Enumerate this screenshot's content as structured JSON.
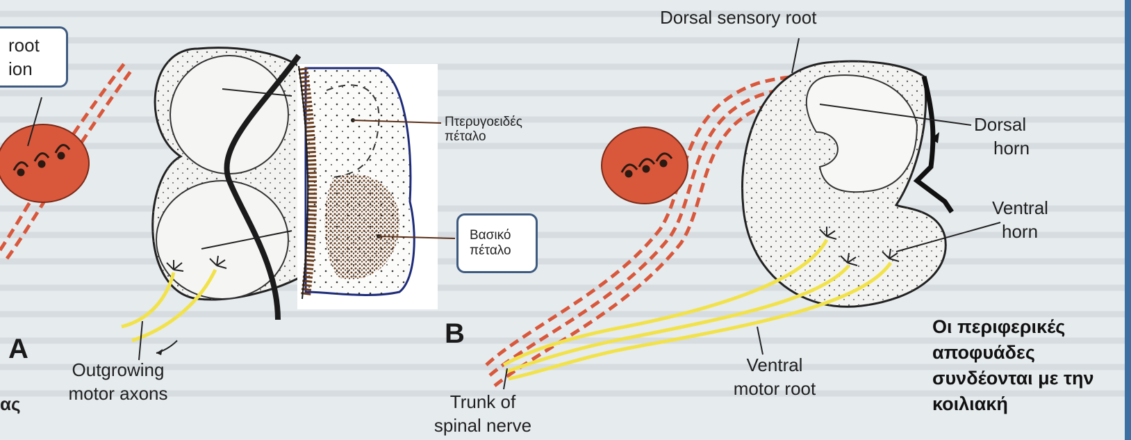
{
  "panel_a": {
    "letter": "A",
    "root_label_line1": "root",
    "root_label_line2": "ion",
    "axons_line1": "Outgrowing",
    "axons_line2": "motor axons",
    "left_fragment": "ας"
  },
  "inset": {
    "alar_plate_line1": "Πτερυγοειδές",
    "alar_plate_line2": "πέταλο",
    "basal_plate_line1": "Βασικό",
    "basal_plate_line2": "πέταλο"
  },
  "panel_b": {
    "letter": "B",
    "dorsal_root": "Dorsal sensory root",
    "dorsal_horn_line1": "Dorsal",
    "dorsal_horn_line2": "horn",
    "ventral_horn_line1": "Ventral",
    "ventral_horn_line2": "horn",
    "ventral_root_line1": "Ventral",
    "ventral_root_line2": "motor root",
    "trunk_line1": "Trunk of",
    "trunk_line2": "spinal nerve"
  },
  "note": {
    "text": "Οι περιφερικές αποφυάδες συνδέονται με την κοιλιακή"
  },
  "colors": {
    "ganglion": "#d9573b",
    "motor_axon": "#f2e24a",
    "sensory_dash": "#d9573b",
    "callout_border": "#3d5a80"
  }
}
